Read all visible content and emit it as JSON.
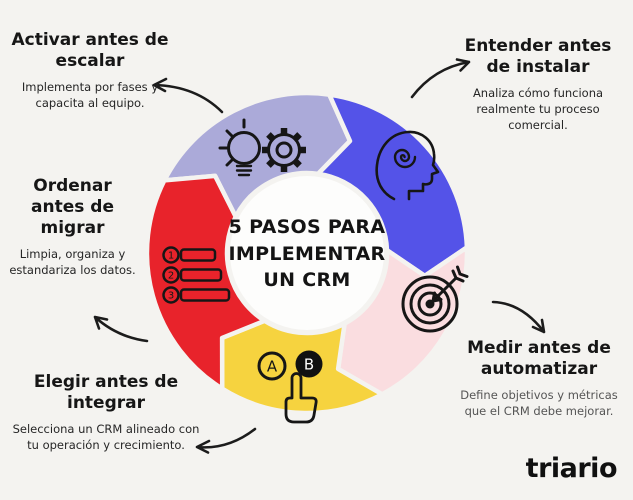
{
  "background": "#f4f3f0",
  "title": {
    "lines": [
      "5 PASOS PARA",
      "IMPLEMENTAR",
      "UN CRM"
    ]
  },
  "steps": [
    {
      "heading": "Activar antes de escalar",
      "body": "Implementa por fases y capacita al equipo.",
      "color": "#abaad9",
      "icon": "lightbulb-gear-icon"
    },
    {
      "heading": "Entender antes de instalar",
      "body": "Analiza cómo funciona realmente tu proceso comercial.",
      "color": "#5453e8",
      "icon": "head-spiral-icon"
    },
    {
      "heading": "Medir antes de automatizar",
      "body": "Define objetivos y métricas que el CRM debe mejorar.",
      "color": "#fadde0",
      "icon": "target-arrow-icon"
    },
    {
      "heading": "Elegir antes de integrar",
      "body": "Selecciona un CRM alineado con tu operación y crecimiento.",
      "color": "#f6d33f",
      "icon": "ab-choice-hand-icon"
    },
    {
      "heading": "Ordenar antes de migrar",
      "body": "Limpia, organiza y estandariza los datos.",
      "color": "#e8232b",
      "icon": "numbered-list-icon"
    }
  ],
  "icon_labels": {
    "ab": [
      "A",
      "B"
    ],
    "list": [
      "1",
      "2",
      "3"
    ]
  },
  "logo": {
    "text": "triario"
  },
  "colors": {
    "stroke": "#161616",
    "center_circle": "#fdfdfc",
    "arrow": "#1c1c1c"
  }
}
